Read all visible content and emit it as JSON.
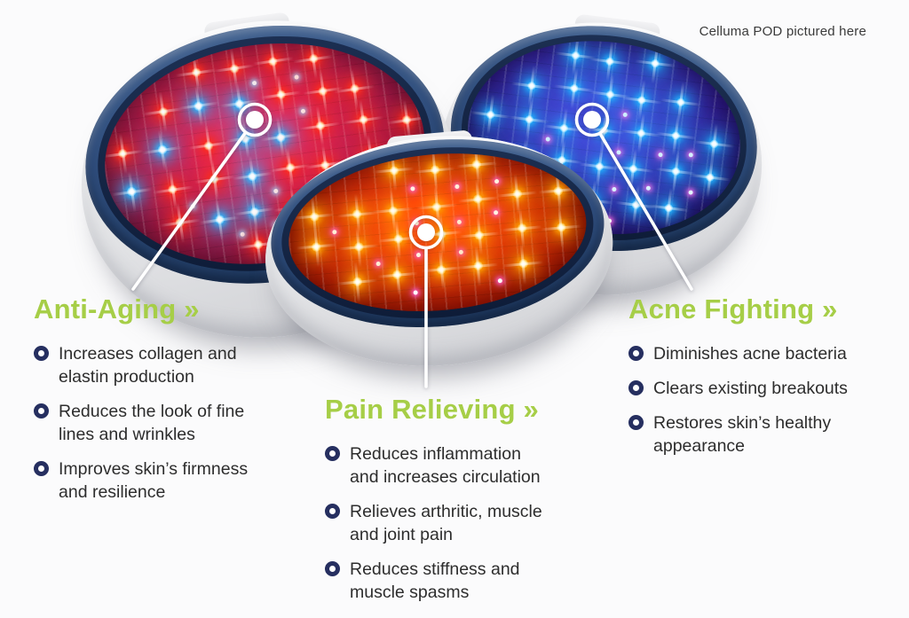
{
  "caption": "Celluma POD pictured here",
  "colors": {
    "background": "#fbfbfc",
    "accent_green": "#a6ce47",
    "bullet_navy": "#262f60",
    "body_text": "#2d2d2d",
    "rim_navy": "#2f4d7c",
    "shell_gray": "#dfe0e3",
    "callout_white": "#ffffff"
  },
  "sections": {
    "anti_aging": {
      "title": "Anti-Aging »",
      "items": [
        "Increases collagen and\nelastin production",
        "Reduces the look of fine\nlines and wrinkles",
        "Improves skin’s firmness\nand resilience"
      ]
    },
    "pain": {
      "title": "Pain Relieving »",
      "items": [
        "Reduces inflammation\nand increases circulation",
        "Relieves arthritic, muscle\nand joint pain",
        "Reduces stiffness and\nmuscle spasms"
      ]
    },
    "acne": {
      "title": "Acne Fighting »",
      "items": [
        "Diminishes acne bacteria",
        "Clears existing breakouts",
        "Restores skin’s healthy\nappearance"
      ]
    }
  },
  "pods": [
    {
      "name": "anti-aging-pod",
      "face_center": "#e62a63",
      "face_edge": "#6f0f3a",
      "led_main": "#ff2d1e",
      "led_alt": "#29b6ff",
      "dot": "#9fd4ff"
    },
    {
      "name": "pain-relieving-pod",
      "face_center": "#ff3c12",
      "face_edge": "#8f0800",
      "led_main": "#ffa200",
      "led_alt": "#ffa200",
      "dot": "#ff5fd4"
    },
    {
      "name": "acne-fighting-pod",
      "face_center": "#4f33cf",
      "face_edge": "#1d0a64",
      "led_main": "#1fb4ff",
      "led_alt": "#1fb4ff",
      "dot": "#ff66e0"
    }
  ]
}
